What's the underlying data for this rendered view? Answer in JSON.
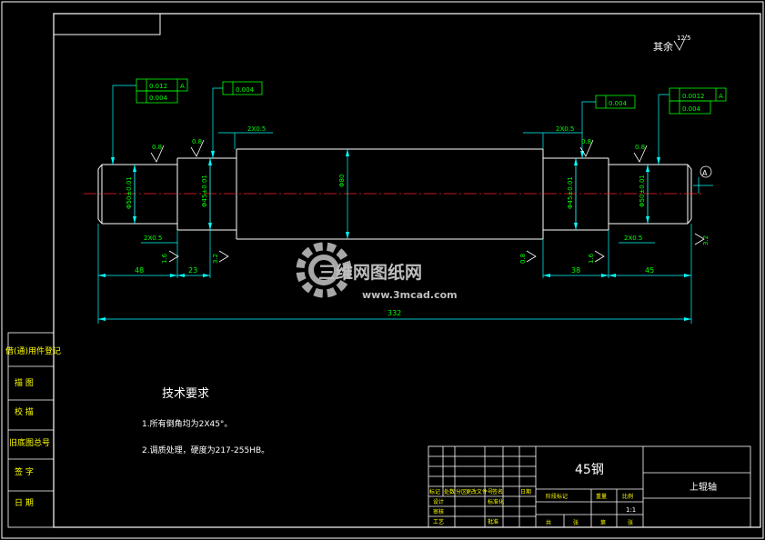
{
  "drawing": {
    "other_roughness": "其余",
    "roughness_general": "12.5",
    "watermark_brand": "三维网图纸网",
    "watermark_url": "www.3mcad.com"
  },
  "tolerances": {
    "left_runout": "0.012",
    "left_runout_datum": "A",
    "left_cyl": "0.004",
    "left_mid_cyl": "0.004",
    "right_mid_cyl": "0.004",
    "right_runout": "0.0012",
    "right_runout_datum": "A",
    "right_cyl": "0.004"
  },
  "roughness": {
    "r1": "0.8",
    "r2": "0.8",
    "r3": "0.8",
    "r4": "0.8",
    "r5": "1.6",
    "r6": "3.2",
    "r7": "0.8",
    "r8": "1.6",
    "r9": "3.2"
  },
  "dimensions": {
    "chamfer_top_left": "2X0.5",
    "chamfer_top_right": "2X0.5",
    "chamfer_bot_left": "2X0.5",
    "chamfer_bot_right": "2X0.5",
    "d1": "Φ50±0.01",
    "d2": "Φ45±0.01",
    "d_mid": "Φ80",
    "d3": "Φ45±0.01",
    "d4": "Φ50±0.01",
    "len_left_end": "48",
    "len_left_bearing": "23",
    "len_right_bearing": "38",
    "len_right_end": "45",
    "len_total": "332",
    "datum": "A"
  },
  "notes": {
    "title": "技术要求",
    "line1": "1.所有倒角均为2X45°。",
    "line2": "2.调质处理，硬度为217-255HB。"
  },
  "title_block": {
    "material": "45钢",
    "part_name": "上辊轴",
    "scale": "1:1",
    "h_mark": "标记",
    "h_count": "处数",
    "h_zone": "分区",
    "h_docno": "更改文件号",
    "h_sign": "签名",
    "h_date": "日期",
    "r_design": "设计",
    "r_standard": "标准化",
    "r_review": "审核",
    "r_process": "工艺",
    "r_approve": "批准",
    "stage": "阶段标记",
    "weight": "重量",
    "scale_label": "比例",
    "total": "共",
    "sheet": "张",
    "page": "第"
  },
  "side_block": {
    "title": "借(通)用件登记",
    "row1": "描 图",
    "row2": "校 描",
    "row3": "旧底图总号",
    "row4": "签 字",
    "row5": "日 期"
  }
}
